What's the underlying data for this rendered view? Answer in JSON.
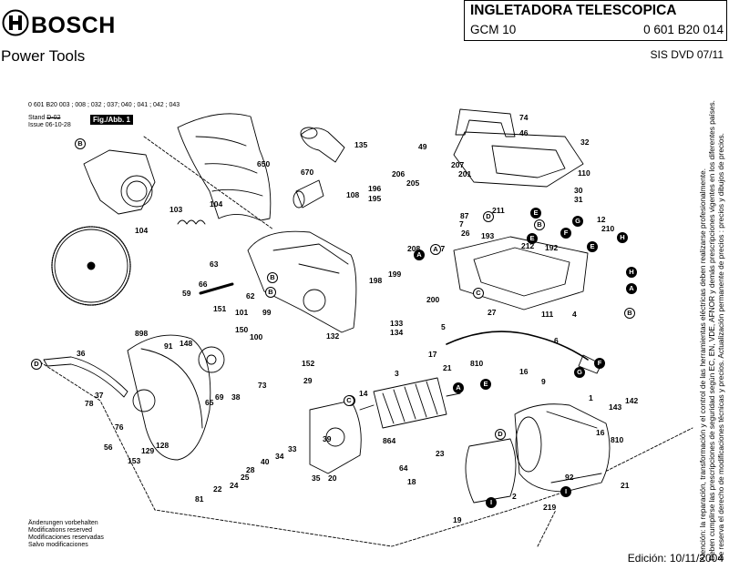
{
  "brand": {
    "name": "BOSCH",
    "tagline": "Power Tools",
    "logo_icon": "bosch-armature-logo"
  },
  "header": {
    "title": "INGLETADORA TELESCOPICA",
    "model": "GCM 10",
    "part_number": "0 601 B20 014"
  },
  "sis": "SIS DVD 07/11",
  "variants": "0 601 B20 003 ; 008 ; 032 ; 037; 040 ; 041 ; 042 ; 043",
  "stand": {
    "stand_label": "Stand",
    "stand_value": "D-02",
    "issue_label": "Issue",
    "issue_value": "06-10-28"
  },
  "fig_label": "Fig./Abb. 1",
  "modifications": [
    "Änderungen vorbehalten",
    "Modifications reserved",
    "Modificaciones reservadas",
    "Salvo modificaciones"
  ],
  "edition": "Edición: 10/11/2004",
  "disclaimer": [
    "Atención: la reparación, transformación y el control de las herramientas eléctricas deben realizarse profesionalmente.",
    "Deben cumplirse las prescripciones de seguridad según EC, EN, VDE, AFNOR y demás prescripciones vigentes en los diferentes países.",
    "Se reserva el derecho de modificaciones técnicas y precios. Actualización permanente de precios : precios y dibujos de precios."
  ],
  "callouts": [
    {
      "label": "650"
    },
    {
      "label": "135"
    },
    {
      "label": "74"
    },
    {
      "label": "46"
    },
    {
      "label": "32"
    },
    {
      "label": "49"
    },
    {
      "label": "207"
    },
    {
      "label": "201"
    },
    {
      "label": "110"
    },
    {
      "label": "670"
    },
    {
      "label": "206"
    },
    {
      "label": "205"
    },
    {
      "label": "196"
    },
    {
      "label": "195"
    },
    {
      "label": "108"
    },
    {
      "label": "104"
    },
    {
      "label": "103"
    },
    {
      "label": "104"
    },
    {
      "label": "63"
    },
    {
      "label": "66"
    },
    {
      "label": "62"
    },
    {
      "label": "59"
    },
    {
      "label": "87"
    },
    {
      "label": "7"
    },
    {
      "label": "26"
    },
    {
      "label": "211"
    },
    {
      "label": "193"
    },
    {
      "label": "212"
    },
    {
      "label": "192"
    },
    {
      "label": "12"
    },
    {
      "label": "210"
    },
    {
      "label": "30"
    },
    {
      "label": "31"
    },
    {
      "label": "197"
    },
    {
      "label": "208"
    },
    {
      "label": "198"
    },
    {
      "label": "199"
    },
    {
      "label": "200"
    },
    {
      "label": "27"
    },
    {
      "label": "111"
    },
    {
      "label": "4"
    },
    {
      "label": "151"
    },
    {
      "label": "101"
    },
    {
      "label": "99"
    },
    {
      "label": "133"
    },
    {
      "label": "134"
    },
    {
      "label": "132"
    },
    {
      "label": "150"
    },
    {
      "label": "100"
    },
    {
      "label": "898"
    },
    {
      "label": "91"
    },
    {
      "label": "148"
    },
    {
      "label": "152"
    },
    {
      "label": "29"
    },
    {
      "label": "36"
    },
    {
      "label": "73"
    },
    {
      "label": "65"
    },
    {
      "label": "69"
    },
    {
      "label": "38"
    },
    {
      "label": "78"
    },
    {
      "label": "37"
    },
    {
      "label": "76"
    },
    {
      "label": "56"
    },
    {
      "label": "128"
    },
    {
      "label": "129"
    },
    {
      "label": "153"
    },
    {
      "label": "5"
    },
    {
      "label": "6"
    },
    {
      "label": "17"
    },
    {
      "label": "810"
    },
    {
      "label": "3"
    },
    {
      "label": "21"
    },
    {
      "label": "16"
    },
    {
      "label": "9"
    },
    {
      "label": "1"
    },
    {
      "label": "142"
    },
    {
      "label": "143"
    },
    {
      "label": "16"
    },
    {
      "label": "810"
    },
    {
      "label": "21"
    },
    {
      "label": "14"
    },
    {
      "label": "39"
    },
    {
      "label": "864"
    },
    {
      "label": "64"
    },
    {
      "label": "33"
    },
    {
      "label": "34"
    },
    {
      "label": "35"
    },
    {
      "label": "20"
    },
    {
      "label": "40"
    },
    {
      "label": "28"
    },
    {
      "label": "25"
    },
    {
      "label": "24"
    },
    {
      "label": "22"
    },
    {
      "label": "81"
    },
    {
      "label": "23"
    },
    {
      "label": "18"
    },
    {
      "label": "19"
    },
    {
      "label": "2"
    },
    {
      "label": "92"
    },
    {
      "label": "219"
    }
  ],
  "markers": [
    {
      "letter": "B"
    },
    {
      "letter": "B"
    },
    {
      "letter": "B"
    },
    {
      "letter": "A"
    },
    {
      "letter": "C"
    },
    {
      "letter": "D"
    },
    {
      "letter": "E"
    },
    {
      "letter": "B"
    },
    {
      "letter": "E"
    },
    {
      "letter": "G"
    },
    {
      "letter": "F"
    },
    {
      "letter": "H"
    },
    {
      "letter": "E"
    },
    {
      "letter": "A"
    },
    {
      "letter": "C"
    },
    {
      "letter": "H"
    },
    {
      "letter": "A"
    },
    {
      "letter": "B"
    },
    {
      "letter": "D"
    },
    {
      "letter": "C"
    },
    {
      "letter": "A"
    },
    {
      "letter": "E"
    },
    {
      "letter": "F"
    },
    {
      "letter": "G"
    },
    {
      "letter": "D"
    },
    {
      "letter": "I"
    },
    {
      "letter": "I"
    }
  ]
}
